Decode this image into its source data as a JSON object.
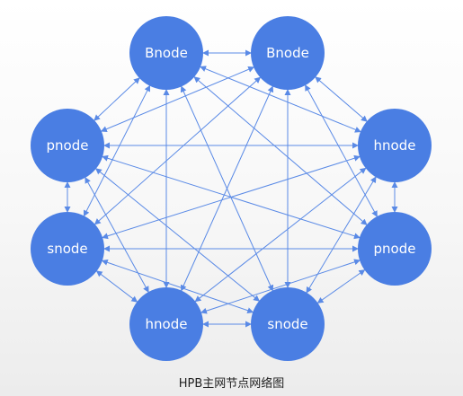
{
  "title": "HPB主网节点网络图",
  "colors": {
    "node_fill": "#4a7ee3",
    "edge": "#5a8ae6",
    "label": "#ffffff"
  },
  "nodes": [
    {
      "id": "bnode-left",
      "label": "Bnode"
    },
    {
      "id": "bnode-right",
      "label": "Bnode"
    },
    {
      "id": "pnode-left",
      "label": "pnode"
    },
    {
      "id": "hnode-right",
      "label": "hnode"
    },
    {
      "id": "snode-left",
      "label": "snode"
    },
    {
      "id": "pnode-right",
      "label": "pnode"
    },
    {
      "id": "hnode-bottom",
      "label": "hnode"
    },
    {
      "id": "snode-bottom",
      "label": "snode"
    }
  ],
  "edges": [
    [
      "bnode-left",
      "bnode-right"
    ],
    [
      "bnode-left",
      "pnode-left"
    ],
    [
      "bnode-left",
      "hnode-right"
    ],
    [
      "bnode-left",
      "snode-left"
    ],
    [
      "bnode-left",
      "pnode-right"
    ],
    [
      "bnode-left",
      "hnode-bottom"
    ],
    [
      "bnode-left",
      "snode-bottom"
    ],
    [
      "bnode-right",
      "pnode-left"
    ],
    [
      "bnode-right",
      "hnode-right"
    ],
    [
      "bnode-right",
      "snode-left"
    ],
    [
      "bnode-right",
      "pnode-right"
    ],
    [
      "bnode-right",
      "hnode-bottom"
    ],
    [
      "bnode-right",
      "snode-bottom"
    ],
    [
      "pnode-left",
      "hnode-right"
    ],
    [
      "pnode-left",
      "snode-left"
    ],
    [
      "pnode-left",
      "pnode-right"
    ],
    [
      "pnode-left",
      "hnode-bottom"
    ],
    [
      "pnode-left",
      "snode-bottom"
    ],
    [
      "hnode-right",
      "snode-left"
    ],
    [
      "hnode-right",
      "pnode-right"
    ],
    [
      "hnode-right",
      "hnode-bottom"
    ],
    [
      "hnode-right",
      "snode-bottom"
    ],
    [
      "snode-left",
      "pnode-right"
    ],
    [
      "snode-left",
      "hnode-bottom"
    ],
    [
      "snode-left",
      "snode-bottom"
    ],
    [
      "pnode-right",
      "hnode-bottom"
    ],
    [
      "pnode-right",
      "snode-bottom"
    ],
    [
      "hnode-bottom",
      "snode-bottom"
    ]
  ]
}
